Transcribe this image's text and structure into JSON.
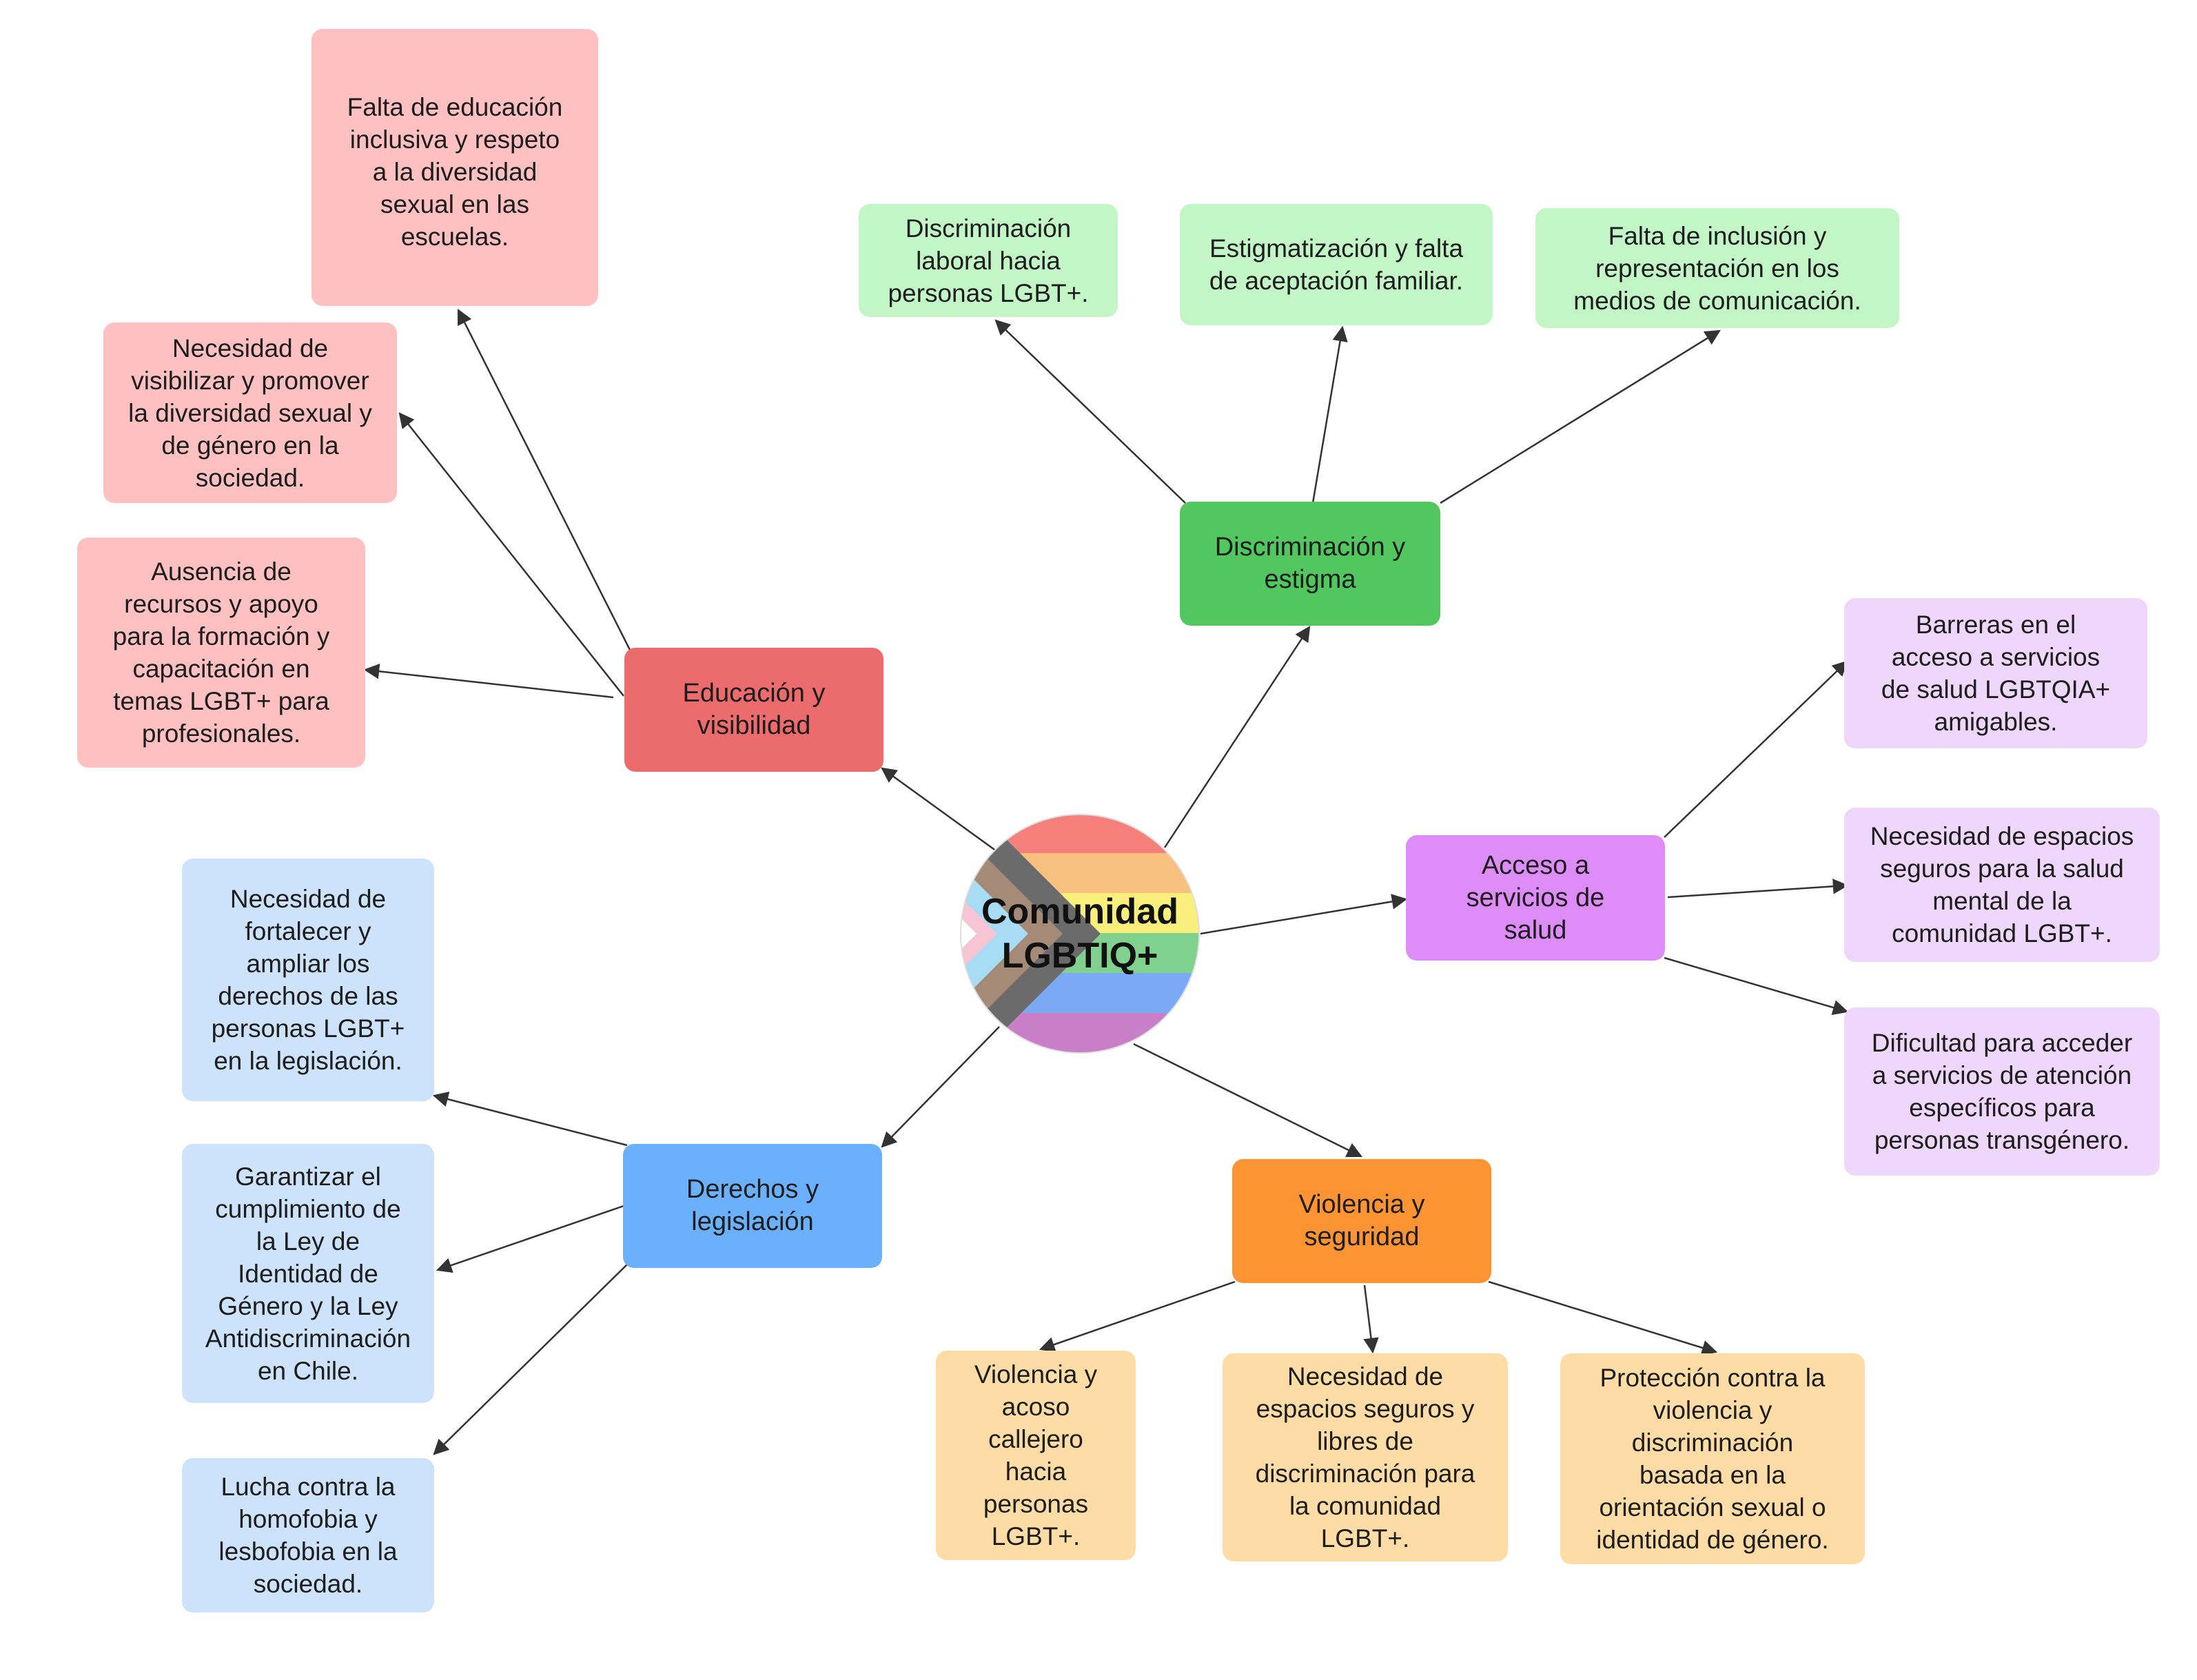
{
  "center": {
    "label": "Comunidad\nLGBTIQ+"
  },
  "colors": {
    "education_main": "#ec6b6c",
    "education_sub": "#fec0c1",
    "discrimination_main": "#52c75f",
    "discrimination_sub": "#c2f6c7",
    "health_main": "#dd8cf8",
    "health_sub": "#efd6fb",
    "violence_main": "#fc9434",
    "violence_sub": "#fedca6",
    "rights_main": "#6bb0fd",
    "rights_sub": "#cde2fb",
    "edge": "#333333"
  },
  "branches": {
    "education": {
      "label": "Educación y\nvisibilidad",
      "children": [
        "Falta de educación\ninclusiva y respeto\na la diversidad\nsexual en las\nescuelas.",
        "Necesidad de\nvisibilizar y promover\nla diversidad sexual y\nde género en la\nsociedad.",
        "Ausencia de\nrecursos y apoyo\npara la formación y\ncapacitación en\ntemas LGBT+ para\nprofesionales."
      ]
    },
    "discrimination": {
      "label": "Discriminación y\nestigma",
      "children": [
        "Discriminación\nlaboral hacia\npersonas LGBT+.",
        "Estigmatización y falta\nde aceptación familiar.",
        "Falta de inclusión y\nrepresentación en los\nmedios de comunicación."
      ]
    },
    "health": {
      "label": "Acceso a\nservicios de\nsalud",
      "children": [
        "Barreras en el\nacceso a servicios\nde salud LGBTQIA+\namigables.",
        "Necesidad de espacios\nseguros para la salud\nmental de la\ncomunidad LGBT+.",
        "Dificultad para acceder\na servicios de atención\nespecíficos para\npersonas transgénero."
      ]
    },
    "violence": {
      "label": "Violencia y\nseguridad",
      "children": [
        "Violencia y\nacoso\ncallejero\nhacia\npersonas\nLGBT+.",
        "Necesidad de\nespacios seguros y\nlibres de\ndiscriminación para\nla comunidad\nLGBT+.",
        "Protección contra la\nviolencia y\ndiscriminación\nbasada en la\norientación sexual o\nidentidad de género."
      ]
    },
    "rights": {
      "label": "Derechos y\nlegislación",
      "children": [
        "Necesidad de\nfortalecer y\nampliar los\nderechos de las\npersonas LGBT+\nen la legislación.",
        "Garantizar el\ncumplimiento de\nla Ley de\nIdentidad de\nGénero y la Ley\nAntidiscriminación\nen Chile.",
        "Lucha contra la\nhomofobia y\nlesbofobia en la\nsociedad."
      ]
    }
  }
}
